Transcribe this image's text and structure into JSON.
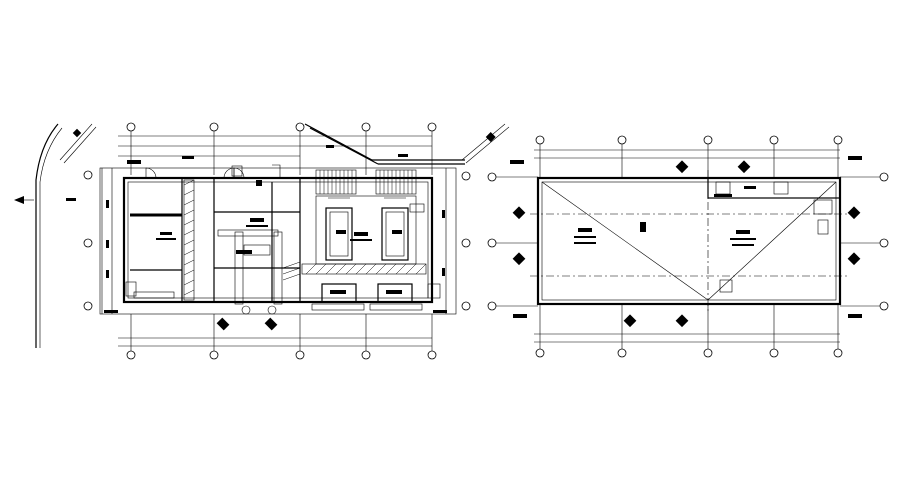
{
  "drawing": {
    "type": "architectural-cad-floor-plans",
    "background": "#ffffff",
    "line_color": "#000000",
    "plans": [
      {
        "id": "plan-left",
        "description_visible_text": ""
      },
      {
        "id": "plan-right",
        "description_visible_text": ""
      }
    ]
  }
}
